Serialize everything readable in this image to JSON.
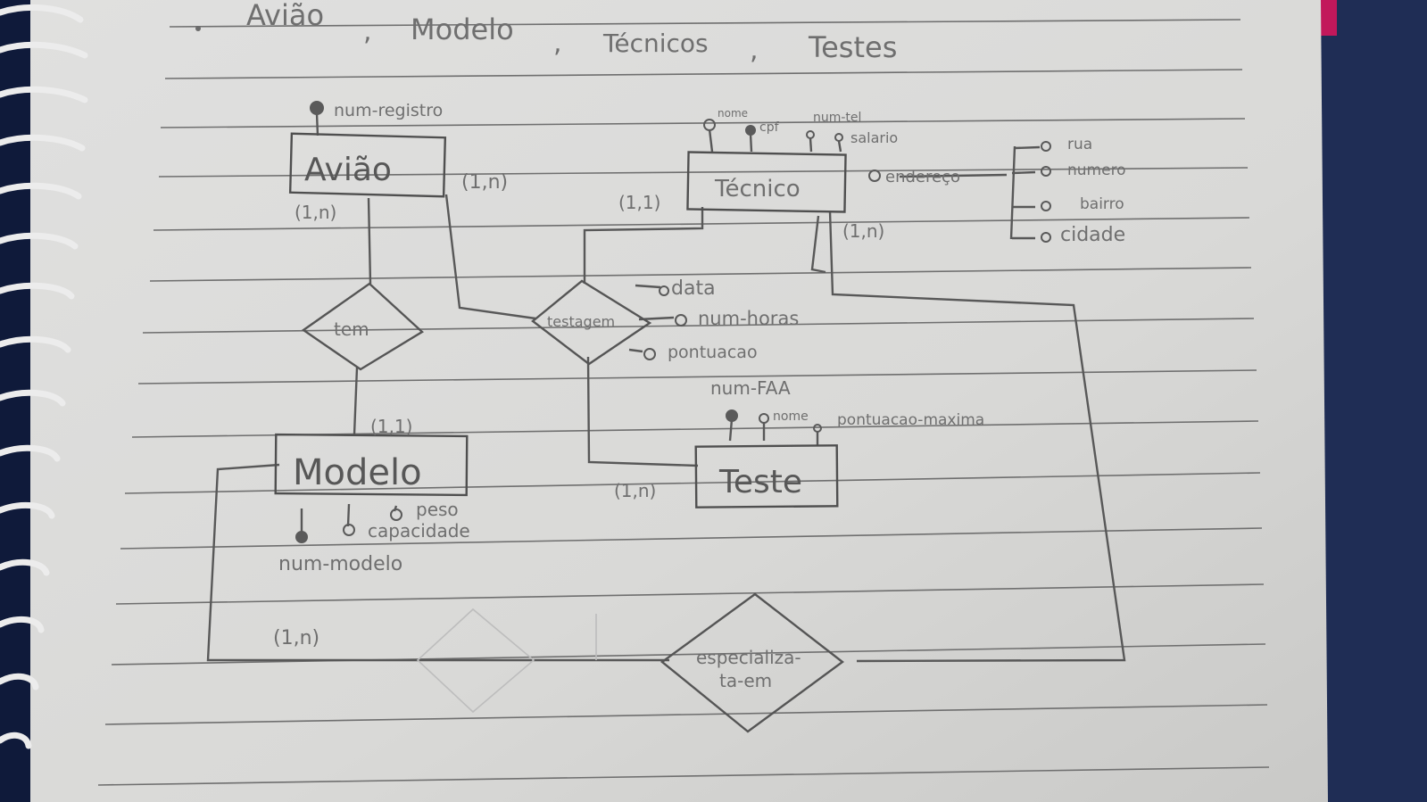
{
  "title_items": [
    "Avião",
    "Modelo",
    "Técnicos",
    "Testes"
  ],
  "title_separator": ",",
  "entities": {
    "aviao": "Avião",
    "tecnico": "Técnico",
    "modelo": "Modelo",
    "teste": "Teste"
  },
  "relationships": {
    "tem": "tem",
    "testagem": "testagem",
    "especializa_line1": "especializa-",
    "especializa_line2": "ta-em"
  },
  "attributes": {
    "num_registro": "num-registro",
    "tecnico_nome": "nome",
    "tecnico_cpf": "cpf",
    "tecnico_num_tel": "num-tel",
    "tecnico_salario": "salario",
    "tecnico_endereco": "endereço",
    "endereco_rua": "rua",
    "endereco_numero": "numero",
    "endereco_bairro": "bairro",
    "endereco_cidade": "cidade",
    "testagem_data": "data",
    "testagem_num_horas": "num-horas",
    "testagem_pontuacao": "pontuacao",
    "teste_num_faa": "num-FAA",
    "teste_nome": "nome",
    "teste_pontuacao_maxima": "pontuacao-maxima",
    "modelo_peso": "peso",
    "modelo_capacidade": "capacidade",
    "modelo_num_modelo": "num-modelo"
  },
  "cardinalities": {
    "aviao_testagem": "(1,n)",
    "aviao_tem": "(1,n)",
    "tecnico_testagem": "(1,1)",
    "tecnico_especializa": "(1,n)",
    "modelo_tem": "(1,1)",
    "teste_testagem": "(1,n)",
    "modelo_especializa": "(1,n)"
  },
  "colors": {
    "paper": "#dcdcda",
    "ink": "#555555",
    "ruled_line": "#6c6c6c",
    "background": "#1f2d55",
    "spiral": "#e8e8e8"
  }
}
